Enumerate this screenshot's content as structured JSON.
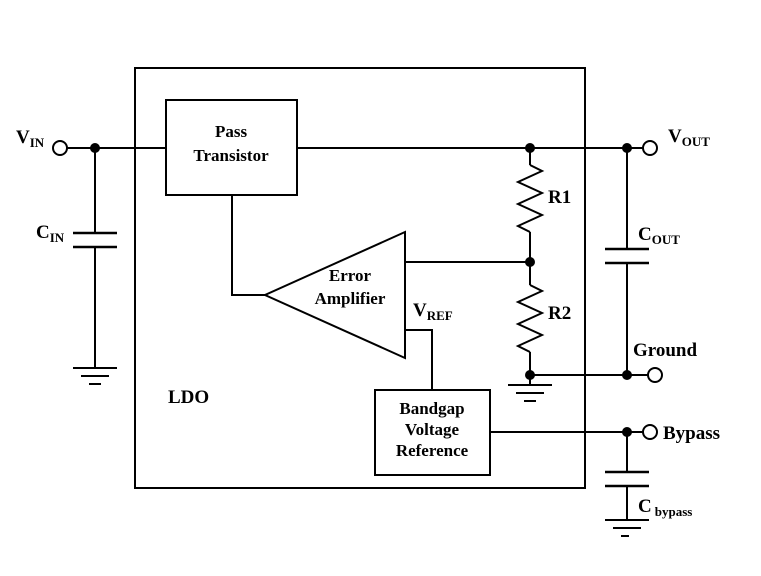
{
  "diagram": {
    "ldo_label": "LDO",
    "blocks": {
      "pass_transistor": {
        "line1": "Pass",
        "line2": "Transistor"
      },
      "error_amplifier": {
        "line1": "Error",
        "line2": "Amplifier"
      },
      "bandgap": {
        "line1": "Bandgap",
        "line2": "Voltage",
        "line3": "Reference"
      }
    },
    "terminals": {
      "vin": {
        "main": "V",
        "sub": "IN"
      },
      "vout": {
        "main": "V",
        "sub": "OUT"
      },
      "ground": "Ground",
      "bypass": "Bypass"
    },
    "components": {
      "cin": {
        "main": "C",
        "sub": "IN"
      },
      "cout": {
        "main": "C",
        "sub": "OUT"
      },
      "cbypass": {
        "main": "C",
        "sub": "bypass"
      },
      "r1": "R1",
      "r2": "R2",
      "vref": {
        "main": "V",
        "sub": "REF"
      }
    },
    "colors": {
      "line": "#000000",
      "background": "#ffffff"
    }
  }
}
